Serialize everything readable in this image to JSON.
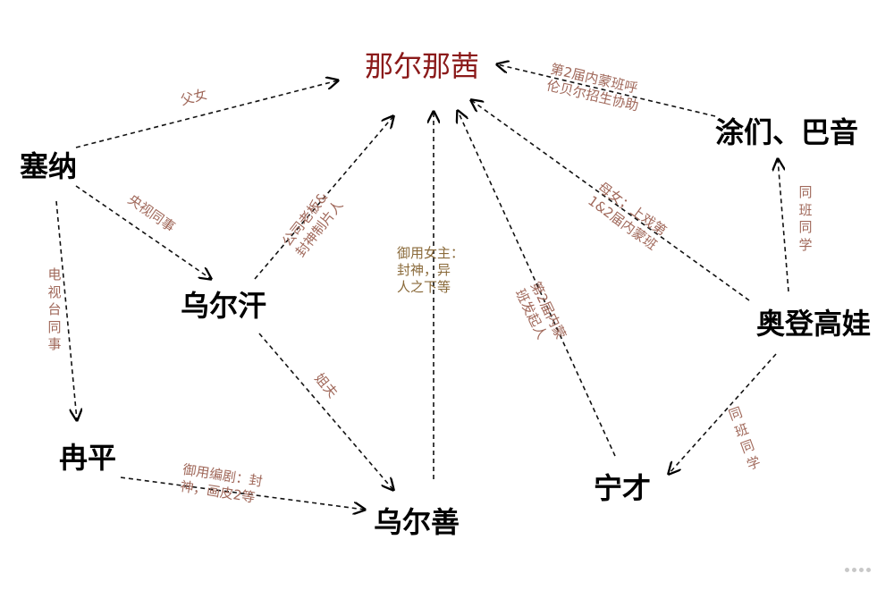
{
  "nodes": {
    "center": "那尔那茜",
    "saina": "塞纳",
    "tumen_bayin": "涂们、巴音",
    "wuerhan": "乌尔汗",
    "aodeng": "奥登高娃",
    "ranping": "冉平",
    "ningcai": "宁才",
    "wuershan": "乌尔善"
  },
  "edges": {
    "saina_center": [
      "父女"
    ],
    "tumen_center": [
      "第2届内蒙班呼",
      "伦贝尔招生协助"
    ],
    "saina_wuerhan": [
      "央视同事"
    ],
    "wuerhan_center": [
      "公司老板&",
      "封神制片人"
    ],
    "wuershan_center": [
      "御用女主：",
      "封神，异",
      "人之下等"
    ],
    "aodeng_center": [
      "母女；上戏第",
      "1&2届内蒙班"
    ],
    "ningcai_center": [
      "第2届内蒙",
      "班发起人"
    ],
    "aodeng_tumen": "同班同学",
    "saina_ranping": "电视台同事",
    "wuerhan_wuershan": [
      "姐夫"
    ],
    "aodeng_ningcai": "同班同学",
    "ranping_wuershan": [
      "御用编剧：封",
      "神，画皮2等"
    ]
  }
}
